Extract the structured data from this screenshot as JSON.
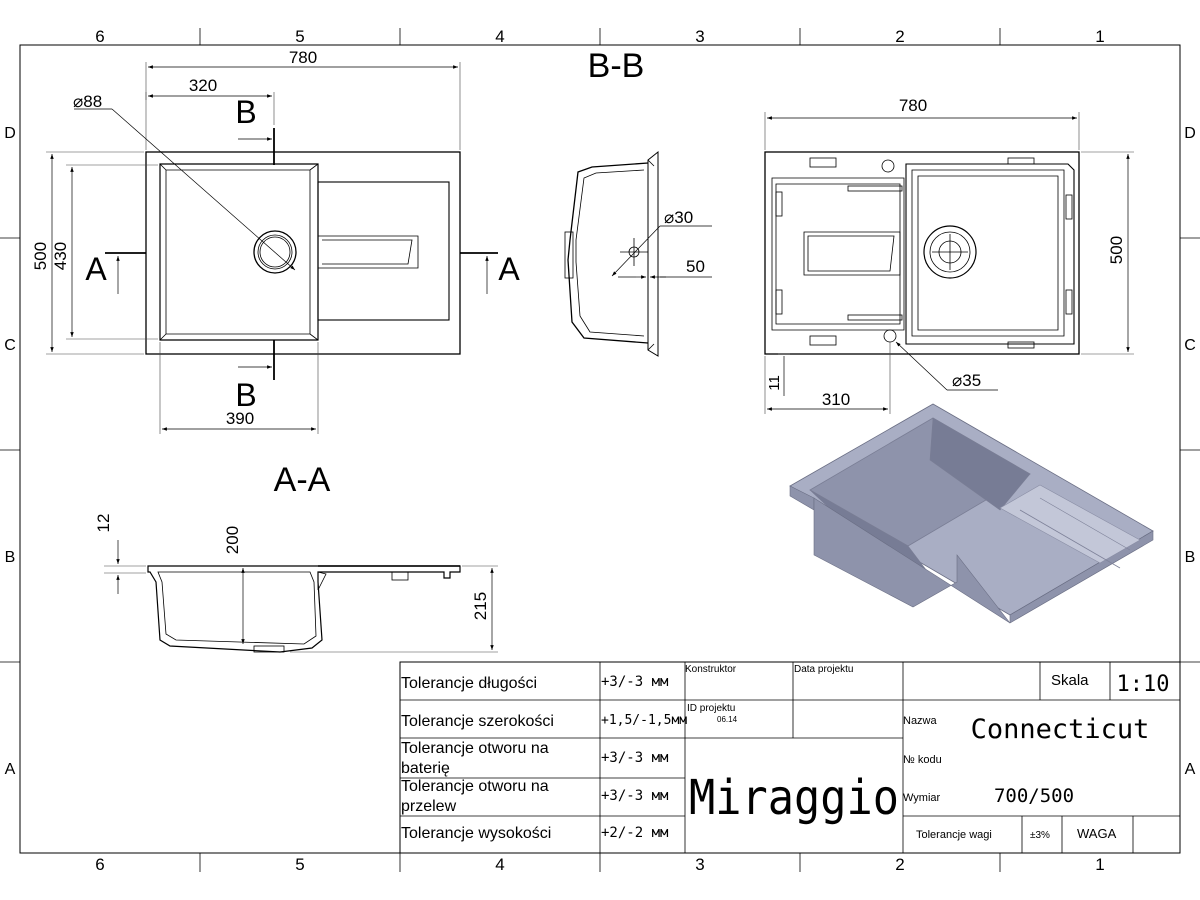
{
  "zones": {
    "columns": [
      "6",
      "5",
      "4",
      "3",
      "2",
      "1"
    ],
    "rows": [
      "D",
      "C",
      "B",
      "A"
    ]
  },
  "section_labels": {
    "bb": "B-B",
    "aa": "A-A",
    "cut_a": "A",
    "cut_b": "B"
  },
  "top_view": {
    "width": "780",
    "bowl_offset": "320",
    "drain_dia": "⌀88",
    "height_outer": "500",
    "height_bowl": "430",
    "bowl_width": "390"
  },
  "side_view": {
    "hole_dia": "⌀30",
    "hole_offset": "50"
  },
  "bottom_view": {
    "width": "780",
    "height": "500",
    "overflow_dia": "⌀35",
    "offset_x": "310",
    "offset_y": "11"
  },
  "section_aa": {
    "rim": "12",
    "depth": "200",
    "total": "215"
  },
  "title_block": {
    "tolerances": [
      {
        "label_1": "Tolerancje długości",
        "label_2": "",
        "value": "+3/-3 мм"
      },
      {
        "label_1": "Tolerancje szerokości",
        "label_2": "",
        "value": "+1,5/-1,5мм"
      },
      {
        "label_1": "Tolerancje otworu na",
        "label_2": "baterię",
        "value": "+3/-3 мм"
      },
      {
        "label_1": "Tolerancje otworu na",
        "label_2": "przelew",
        "value": "+3/-3 мм"
      },
      {
        "label_1": "Tolerancje wysokości",
        "label_2": "",
        "value": "+2/-2 мм"
      }
    ],
    "konstruktor": "Konstruktor",
    "data_projektu": "Data projektu",
    "id_projektu": "ID projektu",
    "id_value": "06.14",
    "brand": "Miraggio",
    "skala_label": "Skala",
    "skala_value": "1:10",
    "nazwa_label": "Nazwa",
    "nazwa_value": "Connecticut",
    "kodu_label": "№ kodu",
    "wymiar_label": "Wymiar",
    "wymiar_value": "700/500",
    "tol_wagi_label": "Tolerancje wagi",
    "tol_wagi_value": "±3%",
    "waga_label": "WAGA"
  },
  "colors": {
    "render_top": "#a9aec4",
    "render_face": "#8e93ab",
    "render_dark": "#777c95",
    "render_light": "#c3c7d8"
  }
}
